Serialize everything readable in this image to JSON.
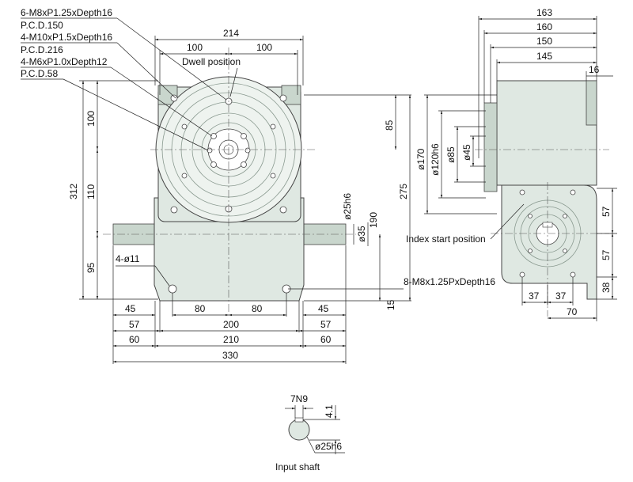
{
  "callouts": {
    "front_top": [
      "6-M8xP1.25xDepth16",
      "P.C.D.150",
      "4-M10xP1.5xDepth16",
      "P.C.D.216",
      "4-M6xP1.0xDepth12",
      "P.C.D.58"
    ],
    "dwell_position": "Dwell position",
    "index_start_position": "Index start position",
    "mounting_holes_side": "8-M8x1.25PxDepth16",
    "base_holes": "4-ø11"
  },
  "front_view": {
    "top_dims": {
      "overall": "214",
      "left_half": "100",
      "right_half": "100"
    },
    "left_dims": {
      "total": "312",
      "upper": "100",
      "middle": "110",
      "lower": "95"
    },
    "right_dims": {
      "top_to_center": "85",
      "shaft_h6": "ø25h6",
      "shaft_dia": "ø35",
      "center_height": "190",
      "top_height": "275",
      "base": "15"
    },
    "bottom_dims": {
      "row1": [
        "45",
        "80",
        "80",
        "45"
      ],
      "row2": [
        "57",
        "200",
        "57"
      ],
      "row3": [
        "60",
        "210",
        "60"
      ],
      "overall": "330"
    }
  },
  "side_view": {
    "top_dims": [
      "163",
      "160",
      "150",
      "145"
    ],
    "flange": "16",
    "diameters": [
      "ø170",
      "ø120h6",
      "ø85",
      "ø45"
    ],
    "right_dims": [
      "57",
      "57",
      "38"
    ],
    "bottom_dims": {
      "left": "37",
      "right": "37",
      "overall": "70"
    }
  },
  "shaft_detail": {
    "key": "7N9",
    "depth": "4.1",
    "diameter": "ø25h6",
    "title": "Input shaft"
  },
  "colors": {
    "body": "#dfe8e2",
    "shade": "#c9d6cd",
    "line": "#222222"
  }
}
